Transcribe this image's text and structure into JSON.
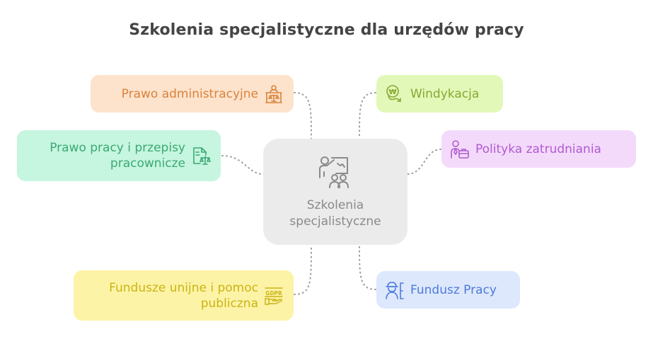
{
  "title": "Szkolenia specjalistyczne dla urzędów pracy",
  "center": {
    "label_line1": "Szkolenia",
    "label_line2": "specjalistyczne",
    "icon": "teacher-presentation-icon",
    "color": "#8a8a8a",
    "background": "#ebebeb"
  },
  "nodes": [
    {
      "id": "admin",
      "label": "Prawo administracyjne",
      "icon": "court-scales-icon",
      "background": "#fde2cc",
      "color": "#d9843a",
      "side": "left"
    },
    {
      "id": "labor",
      "label_line1": "Prawo pracy i przepisy",
      "label_line2": "pracownicze",
      "icon": "document-scales-icon",
      "background": "#c6f5e0",
      "color": "#3aaa72",
      "side": "left"
    },
    {
      "id": "eu",
      "label_line1": "Fundusze unijne i pomoc",
      "label_line2": "publiczna",
      "icon": "gdpr-hand-icon",
      "icon_text": "GDPR",
      "background": "#fdf3a6",
      "color": "#c9b416",
      "side": "left"
    },
    {
      "id": "wind",
      "label": "Windykacja",
      "icon": "coin-collection-icon",
      "icon_text": "₩",
      "background": "#e2f8b8",
      "color": "#86a832",
      "side": "right"
    },
    {
      "id": "policy",
      "label": "Polityka zatrudniania",
      "icon": "employee-briefcase-icon",
      "background": "#f3dafb",
      "color": "#b15ad0",
      "side": "right"
    },
    {
      "id": "fund",
      "label": "Fundusz Pracy",
      "icon": "worker-helmet-icon",
      "background": "#dde8fd",
      "color": "#4f7ad8",
      "side": "right"
    }
  ]
}
